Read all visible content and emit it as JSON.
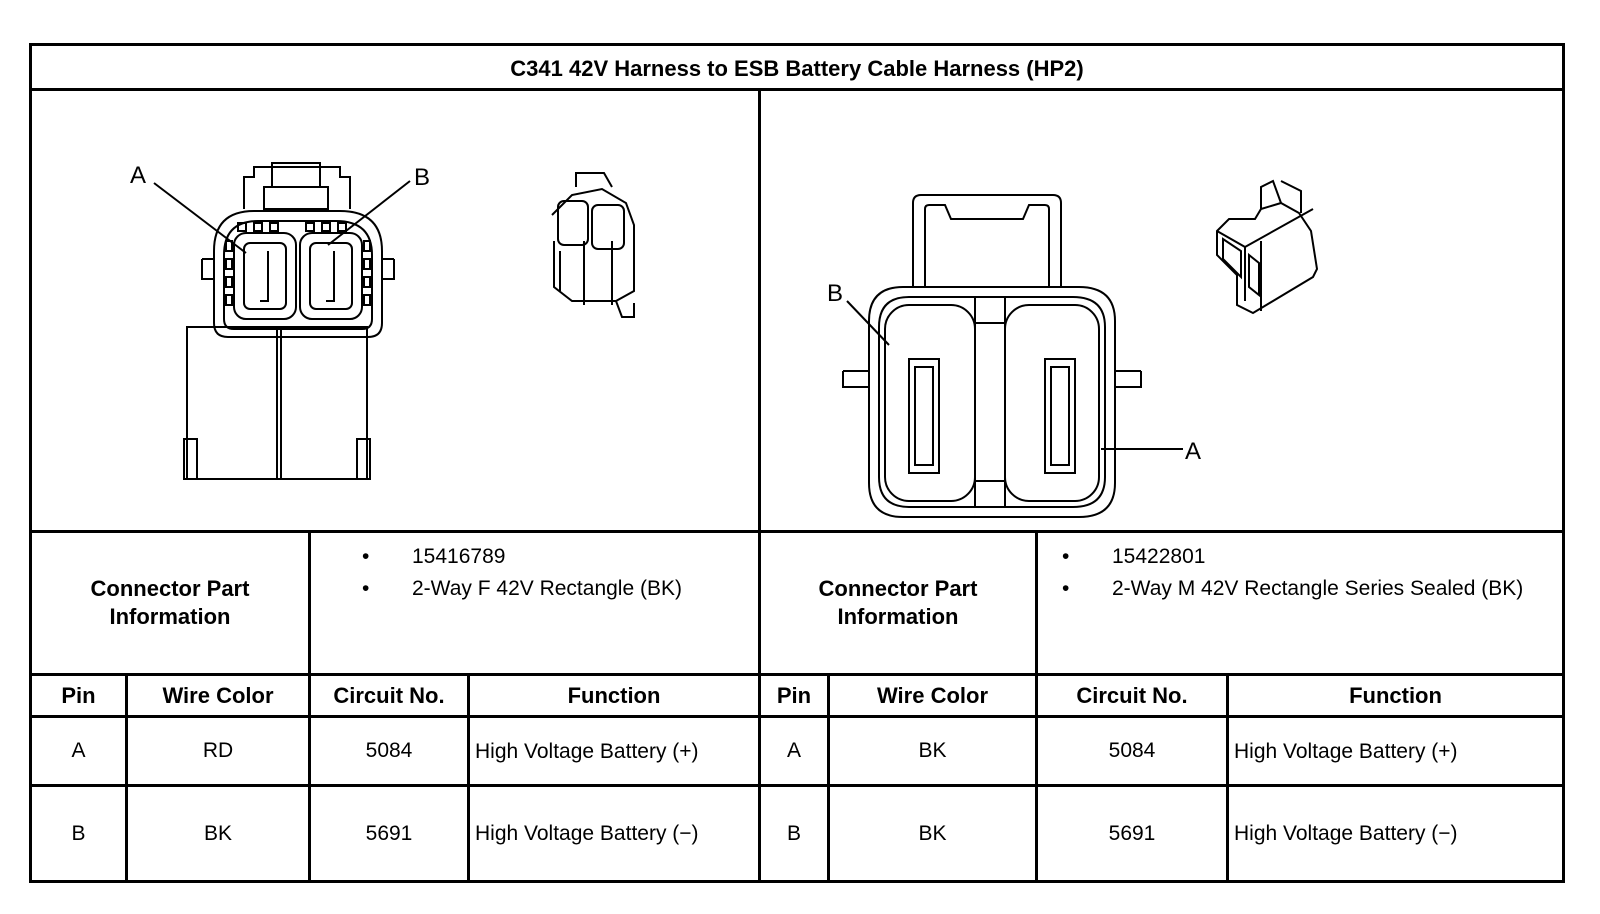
{
  "title": "C341 42V Harness to ESB Battery Cable Harness (HP2)",
  "left": {
    "pin_labels": [
      "A",
      "B"
    ],
    "connector_label": "Connector Part\nInformation",
    "part_number": "15416789",
    "description": "2-Way F 42V Rectangle (BK)",
    "headers": [
      "Pin",
      "Wire Color",
      "Circuit No.",
      "Function"
    ],
    "rows": [
      {
        "pin": "A",
        "wire": "RD",
        "circuit": "5084",
        "function": "High Voltage Battery (+)"
      },
      {
        "pin": "B",
        "wire": "BK",
        "circuit": "5691",
        "function": "High Voltage Battery (−)"
      }
    ]
  },
  "right": {
    "pin_labels": [
      "B",
      "A"
    ],
    "connector_label": "Connector Part\nInformation",
    "part_number": "15422801",
    "description": "2-Way M 42V Rectangle Series Sealed (BK)",
    "headers": [
      "Pin",
      "Wire Color",
      "Circuit No.",
      "Function"
    ],
    "rows": [
      {
        "pin": "A",
        "wire": "BK",
        "circuit": "5084",
        "function": "High Voltage Battery (+)"
      },
      {
        "pin": "B",
        "wire": "BK",
        "circuit": "5691",
        "function": "High Voltage Battery (−)"
      }
    ]
  },
  "bullet_glyph": "•"
}
